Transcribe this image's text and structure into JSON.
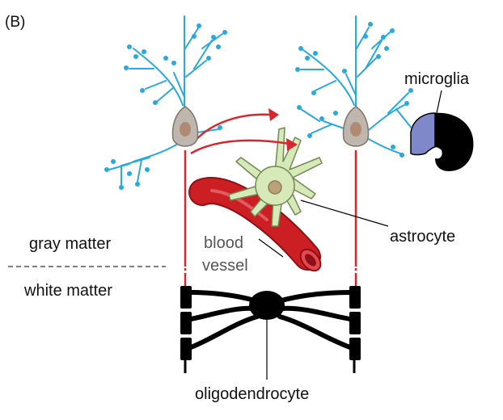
{
  "panel_label": "(B)",
  "labels": {
    "microglia": "microglia",
    "astrocyte": "astrocyte",
    "blood": "blood",
    "vessel": "vessel",
    "gray_matter": "gray matter",
    "white_matter": "white matter",
    "oligodendrocyte": "oligodendrocyte"
  },
  "colors": {
    "dendrite": "#29a9dd",
    "soma": "#bfb6ae",
    "nucleus": "#b08a72",
    "axon": "#d8262f",
    "vessel": "#cc1f24",
    "astrocyte": "#d7e9b8",
    "oligodendrocyte": "#000000",
    "microglia_left": "#7f88c8",
    "microglia_right": "#000000"
  }
}
